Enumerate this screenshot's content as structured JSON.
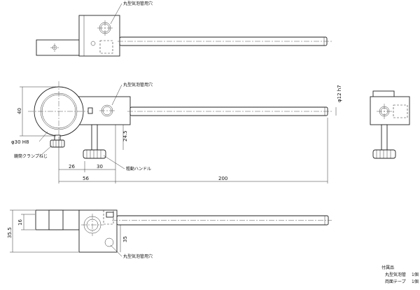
{
  "labels": {
    "bubble_hole": "丸型気泡管用穴",
    "clamp_screw": "鏡筒クランプねじ",
    "fine_handle": "粗動ハンドル"
  },
  "dimensions": {
    "bore": "φ30 H8",
    "rod": "φ12 h7",
    "height_40": "40",
    "d_26": "26",
    "d_30": "30",
    "d_56": "56",
    "d_200": "200",
    "d_24_5": "24.5",
    "d_16": "16",
    "d_35_5": "35.5",
    "d_35": "35"
  },
  "accessories": {
    "title": "付属品",
    "items": [
      {
        "name": "丸型気泡管",
        "qty": "1個"
      },
      {
        "name": "両面テープ",
        "qty": "1個"
      }
    ]
  }
}
